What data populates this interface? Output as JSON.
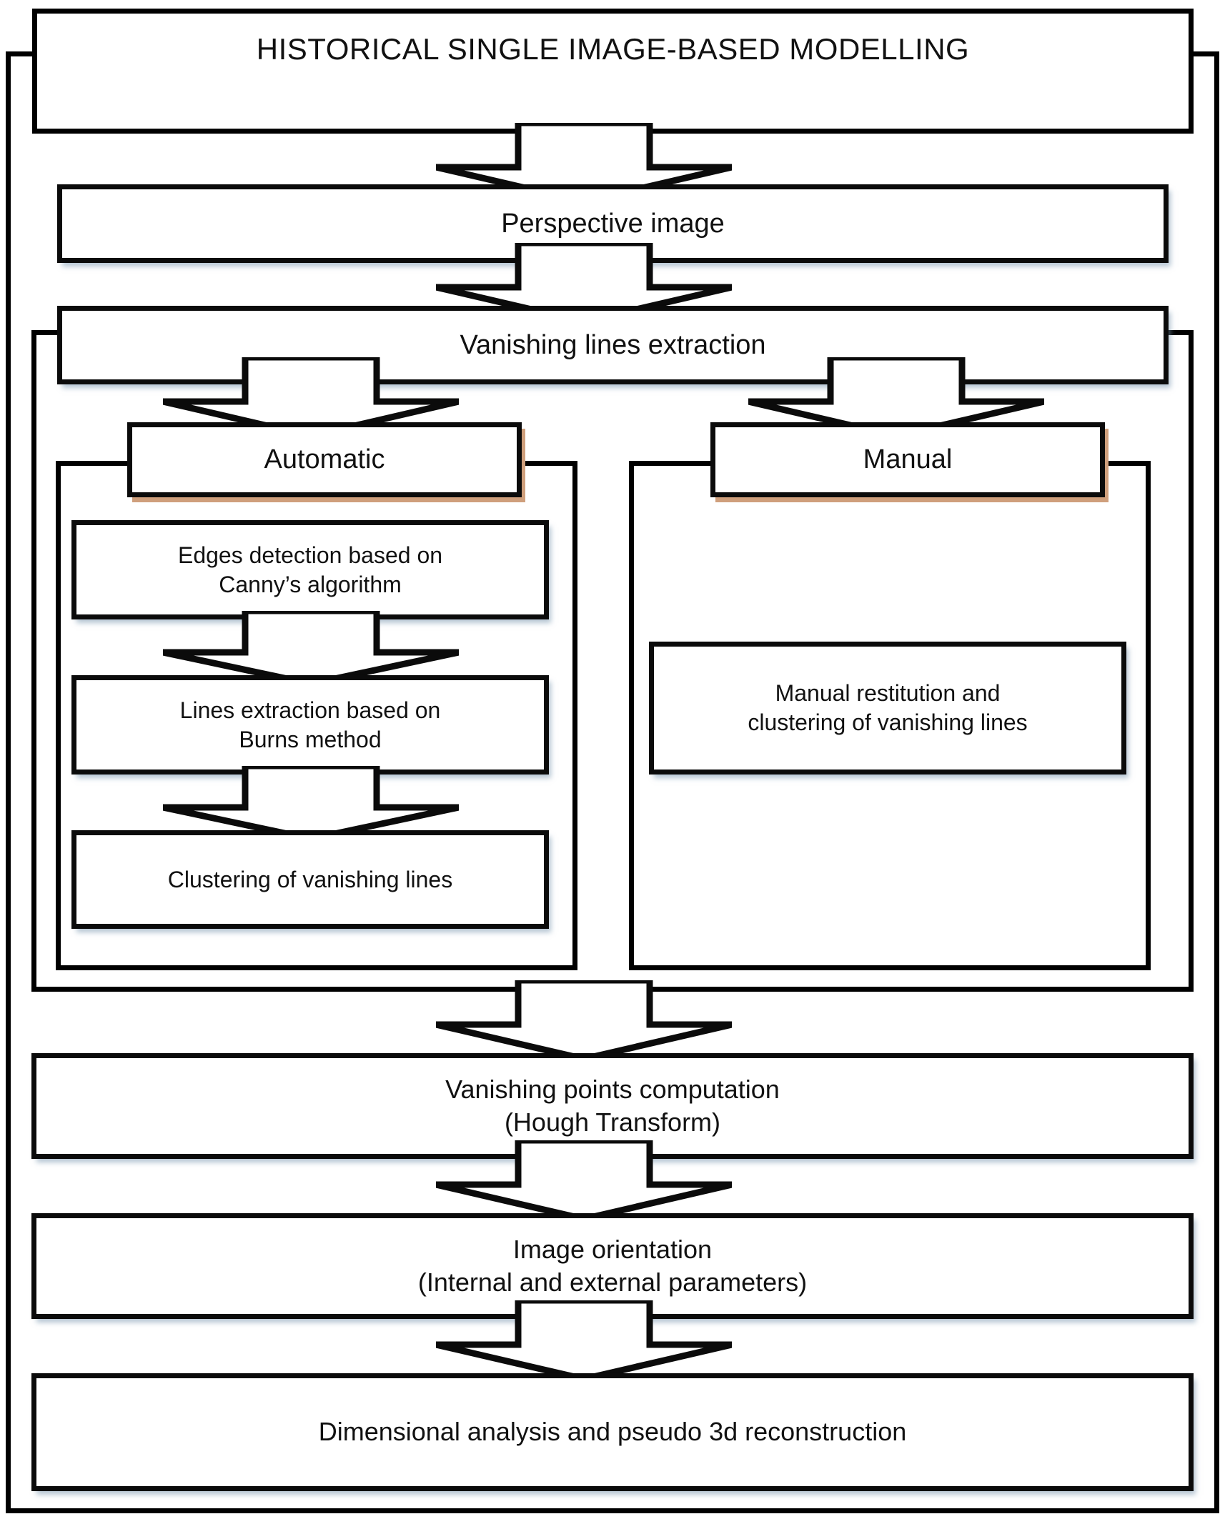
{
  "diagram": {
    "title": "HISTORICAL SINGLE IMAGE-BASED MODELLING",
    "nodes": {
      "perspective_image": "Perspective image",
      "vanishing_lines_extraction": "Vanishing lines extraction",
      "automatic": "Automatic",
      "manual": "Manual",
      "edges_detection": "Edges detection based on\nCanny’s algorithm",
      "lines_extraction": "Lines extraction based on\nBurns method",
      "clustering_auto": "Clustering of vanishing lines",
      "manual_restitution": "Manual restitution and\nclustering of vanishing lines",
      "vanishing_points": "Vanishing points computation\n(Hough Transform)",
      "image_orientation": "Image orientation\n(Internal and external parameters)",
      "dimensional_analysis": "Dimensional analysis and pseudo 3d reconstruction"
    },
    "colors": {
      "outline": "#0b0b0b",
      "background": "#ffffff",
      "cool_shadow": "#7896af",
      "warm_shadow": "#cf9f7c",
      "text": "#111111"
    },
    "flow": [
      "HISTORICAL SINGLE IMAGE-BASED MODELLING",
      "Perspective image",
      "Vanishing lines extraction",
      "Automatic | Manual",
      "Vanishing points computation (Hough Transform)",
      "Image orientation (Internal and external parameters)",
      "Dimensional analysis and pseudo 3d reconstruction"
    ]
  }
}
